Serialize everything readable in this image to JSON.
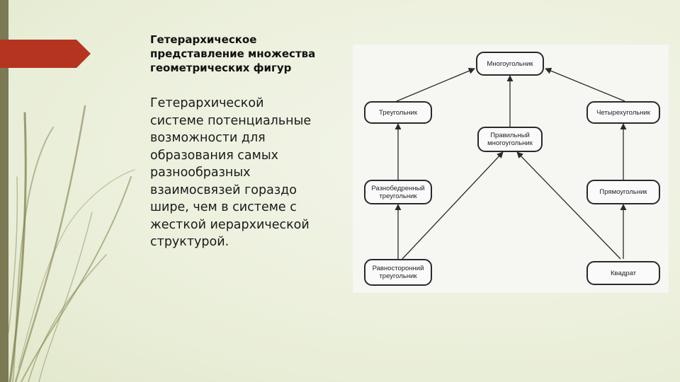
{
  "slide": {
    "title": "Гетерархическое\nпредставление множества\nгеометрических фигур",
    "body": "Гетерархической\nсистеме потенциальные\nвозможности для\nобразования самых\nразнообразных\nвзаимосвязей гораздо\nшире, чем в системе с\nжесткой иерархической\nструктурой."
  },
  "diagram": {
    "nodes": {
      "mnogougolnik": "Многоугольник",
      "treugolnik": "Треугольник",
      "chetyrehugolnik": "Четырехугольник",
      "pravilny": "Правильный\nмногоугольник",
      "ravnobedrenny": "Разнобедренный\nтреугольник",
      "pryamougolnik": "Прямоугольник",
      "ravnostoronny": "Равносторонний\nтреугольник",
      "kvadrat": "Квадрат"
    }
  },
  "colors": {
    "background": "#eef2e0",
    "accent_marker": "#b5341f",
    "left_bar": "#7b7a55",
    "grass": "#7f7f4a"
  }
}
